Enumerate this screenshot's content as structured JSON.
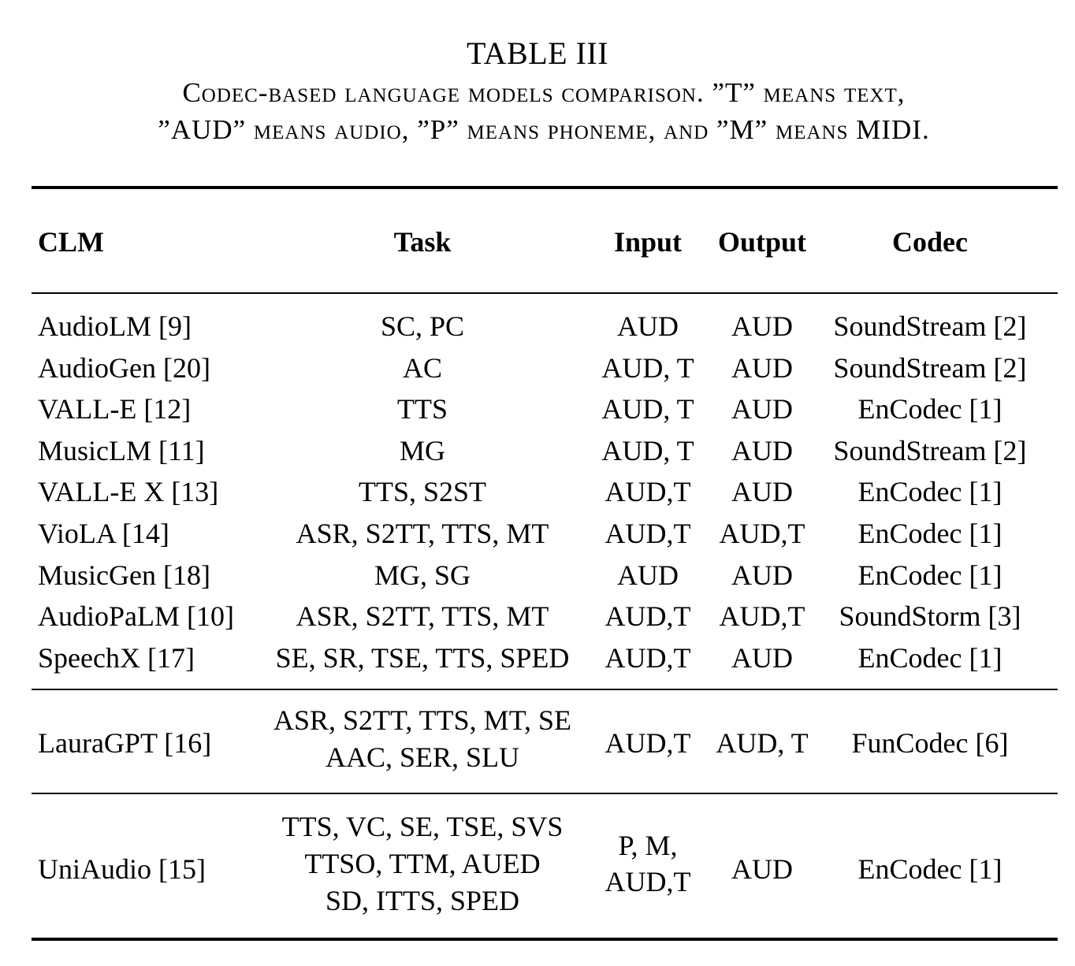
{
  "table": {
    "label": "TABLE III",
    "caption_line1": "Codec-based language models comparison. ”T” means text,",
    "caption_line2": "”AUD” means audio, ”P” means phoneme, and ”M” means MIDI.",
    "headers": {
      "clm": "CLM",
      "task": "Task",
      "input": "Input",
      "output": "Output",
      "codec": "Codec"
    },
    "group1": [
      {
        "clm": "AudioLM [9]",
        "task": "SC, PC",
        "input": "AUD",
        "output": "AUD",
        "codec": "SoundStream [2]"
      },
      {
        "clm": "AudioGen [20]",
        "task": "AC",
        "input": "AUD, T",
        "output": "AUD",
        "codec": "SoundStream [2]"
      },
      {
        "clm": "VALL-E [12]",
        "task": "TTS",
        "input": "AUD, T",
        "output": "AUD",
        "codec": "EnCodec [1]"
      },
      {
        "clm": "MusicLM [11]",
        "task": "MG",
        "input": "AUD, T",
        "output": "AUD",
        "codec": "SoundStream [2]"
      },
      {
        "clm": "VALL-E X [13]",
        "task": "TTS, S2ST",
        "input": "AUD,T",
        "output": "AUD",
        "codec": "EnCodec [1]"
      },
      {
        "clm": "VioLA [14]",
        "task": "ASR, S2TT, TTS, MT",
        "input": "AUD,T",
        "output": "AUD,T",
        "codec": "EnCodec [1]"
      },
      {
        "clm": "MusicGen [18]",
        "task": "MG, SG",
        "input": "AUD",
        "output": "AUD",
        "codec": "EnCodec [1]"
      },
      {
        "clm": "AudioPaLM [10]",
        "task": "ASR, S2TT, TTS, MT",
        "input": "AUD,T",
        "output": "AUD,T",
        "codec": "SoundStorm [3]"
      },
      {
        "clm": "SpeechX [17]",
        "task": "SE, SR, TSE, TTS, SPED",
        "input": "AUD,T",
        "output": "AUD",
        "codec": "EnCodec [1]"
      }
    ],
    "lauragpt": {
      "clm": "LauraGPT [16]",
      "task_line1": "ASR, S2TT, TTS, MT, SE",
      "task_line2": "AAC, SER, SLU",
      "input": "AUD,T",
      "output": "AUD, T",
      "codec": "FunCodec [6]"
    },
    "uniaudio": {
      "clm": "UniAudio [15]",
      "task_line1": "TTS, VC, SE, TSE, SVS",
      "task_line2": "TTSO, TTM, AUED",
      "task_line3": "SD, ITTS, SPED",
      "input_line1": "P, M,",
      "input_line2": "AUD,T",
      "output": "AUD",
      "codec": "EnCodec [1]"
    }
  }
}
